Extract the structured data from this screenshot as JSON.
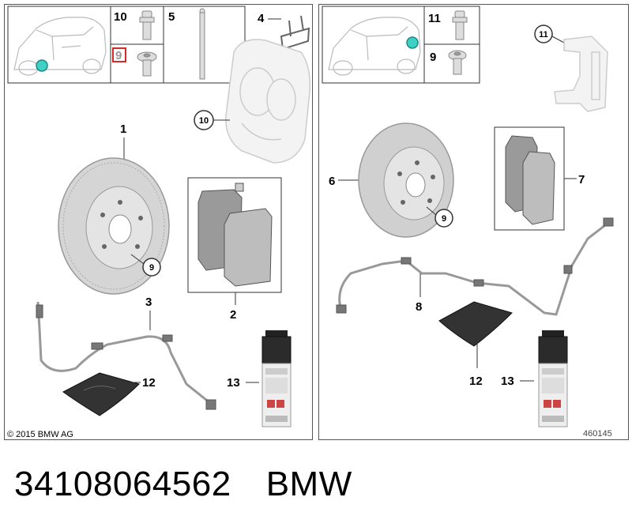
{
  "copyright": "© 2015 BMW AG",
  "diagram_id": "460145",
  "caption": {
    "part_number": "34108064562",
    "brand": "BMW"
  },
  "left_panel": {
    "legend": [
      {
        "num": "10",
        "highlight": false
      },
      {
        "num": "5",
        "highlight": false
      },
      {
        "num": "9",
        "highlight": true
      }
    ],
    "callouts": [
      "4",
      "10",
      "1",
      "9",
      "2",
      "3",
      "12",
      "13"
    ]
  },
  "right_panel": {
    "legend": [
      {
        "num": "11",
        "highlight": false
      },
      {
        "num": "9",
        "highlight": false
      }
    ],
    "callouts": [
      "11",
      "6",
      "7",
      "9",
      "8",
      "12",
      "13"
    ]
  },
  "colors": {
    "highlight": "#d62a2a",
    "marker": "#3fd0c6",
    "line": "#333333"
  }
}
